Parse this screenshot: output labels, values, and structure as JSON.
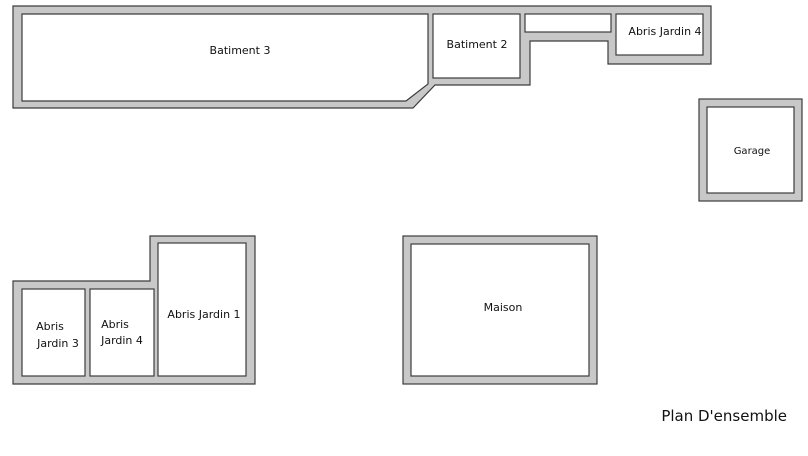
{
  "plan": {
    "title": "Plan D'ensemble",
    "colors": {
      "wall": "#c8c8c8",
      "outline": "#3c3c3c",
      "room": "#ffffff"
    },
    "buildings": {
      "batiment_3": "Batiment 3",
      "batiment_2": "Batiment 2",
      "abris_jardin_4_top": "Abris Jardin 4",
      "garage": "Garage",
      "maison": "Maison",
      "abris_jardin_1": "Abris Jardin 1",
      "abris_jardin_3": [
        "Abris",
        "Jardin 3"
      ],
      "abris_jardin_4_bottom": [
        "Abris",
        "Jardin 4"
      ]
    }
  }
}
